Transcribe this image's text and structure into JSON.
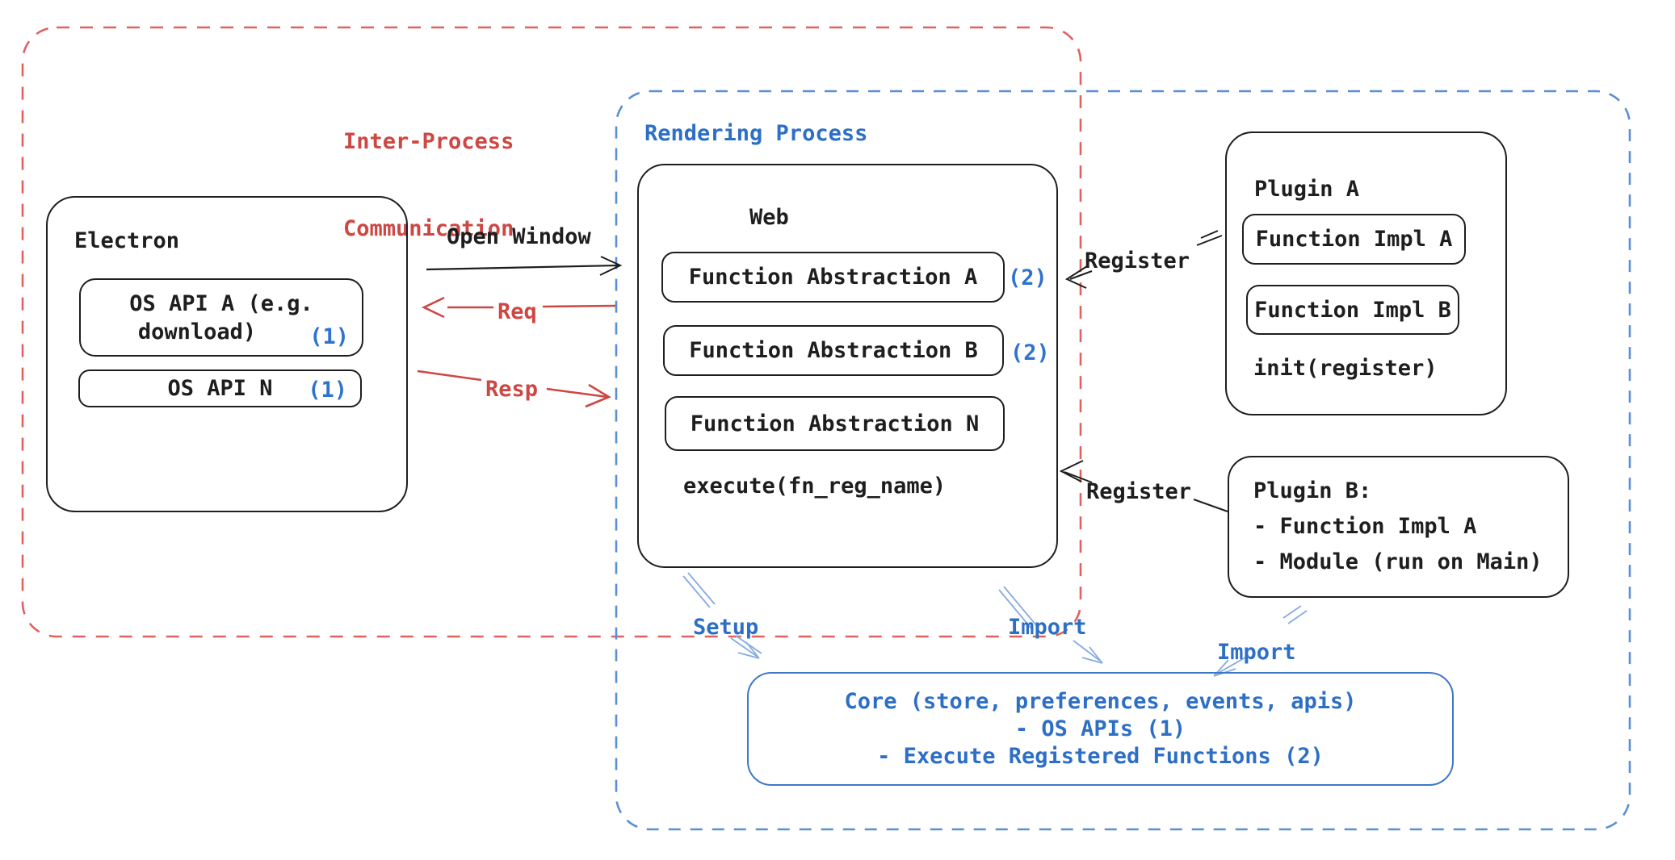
{
  "colors": {
    "ink": "#1e1e1e",
    "red": "#cd4743",
    "red_dash": "#e0625e",
    "blue": "#2d6fc6",
    "blue_dash": "#5b8fd4",
    "arrow_blue": "#86abdf",
    "badge": "#2e73cc",
    "core_border": "#3f78c5",
    "bg": "#ffffff"
  },
  "regions": {
    "ipc": {
      "line1": "Inter-Process",
      "line2": "Communication"
    },
    "rendering": {
      "label": "Rendering Process"
    }
  },
  "electron": {
    "title": "Electron",
    "api_a": {
      "line1": "OS API A (e.g.",
      "line2": "download)",
      "badge": "(1)"
    },
    "api_n": {
      "label": "OS API N",
      "badge": "(1)"
    }
  },
  "web": {
    "title": "Web",
    "fa_a": "Function Abstraction A",
    "fa_a_badge": "(2)",
    "fa_b": "Function Abstraction B",
    "fa_b_badge": "(2)",
    "fa_n": "Function Abstraction N",
    "execute": "execute(fn_reg_name)"
  },
  "plugin_a": {
    "title": "Plugin A",
    "impl_a": "Function Impl A",
    "impl_b": "Function Impl B",
    "init": "init(register)"
  },
  "plugin_b": {
    "line1": "Plugin B:",
    "line2": "- Function Impl A",
    "line3": "- Module (run on Main)"
  },
  "core": {
    "line1": "Core (store, preferences, events, apis)",
    "line2": "- OS APIs (1)",
    "line3": "- Execute Registered Functions (2)"
  },
  "labels": {
    "open_window": "Open Window",
    "req": "Req",
    "resp": "Resp",
    "register_top": "Register",
    "register_bottom": "Register",
    "setup": "Setup",
    "import_web": "Import",
    "import_plugin": "Import"
  }
}
